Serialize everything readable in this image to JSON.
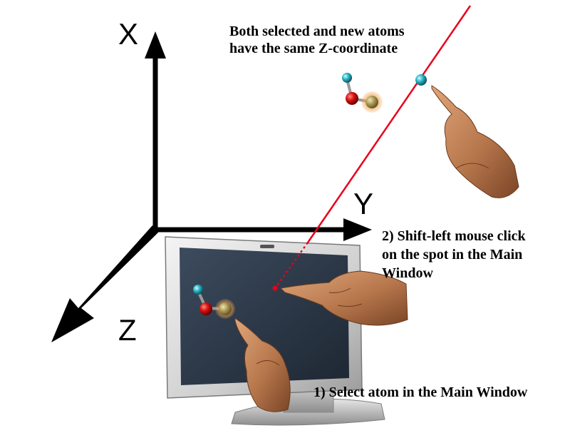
{
  "axes": {
    "x_label": "X",
    "y_label": "Y",
    "z_label": "Z"
  },
  "annotations": {
    "top_note_line1": "Both selected and new atoms",
    "top_note_line2": "have the same Z-coordinate",
    "step2_line1": "2) Shift-left mouse click",
    "step2_line2": "on the spot in the Main",
    "step2_line3": "Window",
    "step1": "1) Select atom in the Main Window"
  },
  "colors": {
    "projection_line": "#e8001c",
    "oxygen_atom": "#cc1111",
    "hydrogen_atom": "#2fb8c8",
    "selected_atom": "#b5a067",
    "selection_halo": "#f3a24a",
    "screen": "#2b3848",
    "monitor_frame": "#d9d9d9",
    "skin": "#b8784e"
  },
  "icons": {
    "pointing_hand": "pointing-hand-icon",
    "monitor": "monitor-icon",
    "molecule": "molecule-icon"
  }
}
